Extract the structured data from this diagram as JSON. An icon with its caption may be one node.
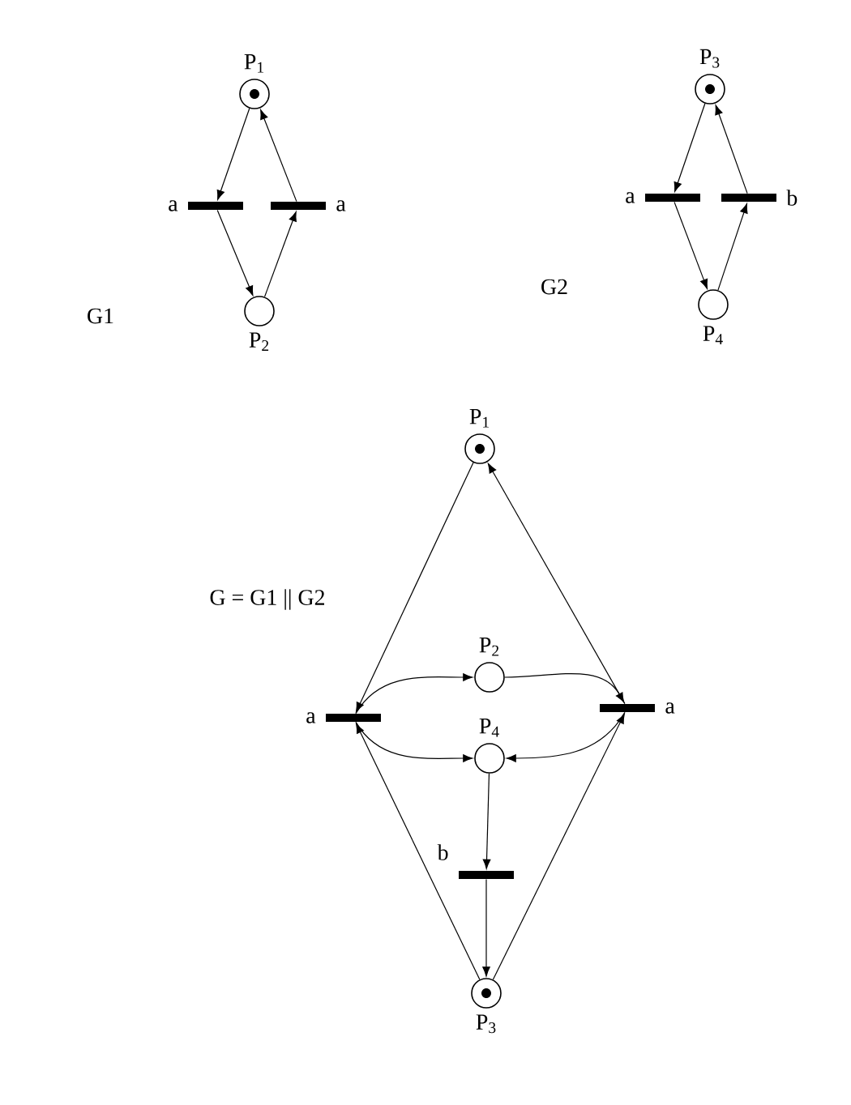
{
  "diagram": {
    "nodes": [
      {
        "text": [],
        "shape": "circle",
        "beside": [
          "P$_{1}$"
        ]
      },
      {
        "text": [],
        "shape": "bar",
        "beside": [
          "a"
        ]
      },
      {
        "text": [],
        "shape": "bar",
        "beside": [
          "a"
        ]
      },
      {
        "text": [],
        "shape": "circle",
        "beside": [
          "P$_{2}$"
        ]
      },
      {
        "text": [],
        "shape": "circle",
        "beside": [
          "P$_{3}$"
        ]
      },
      {
        "text": [],
        "shape": "bar",
        "beside": [
          "a"
        ]
      },
      {
        "text": [],
        "shape": "bar",
        "beside": [
          "b"
        ]
      },
      {
        "text": [],
        "shape": "circle",
        "beside": [
          "P$_{4}$"
        ]
      },
      {
        "text": [],
        "shape": "circle",
        "beside": [
          "P$_{1}$"
        ]
      },
      {
        "text": [],
        "shape": "bar",
        "beside": [
          "a"
        ]
      },
      {
        "text": [],
        "shape": "bar",
        "beside": [
          "a"
        ]
      },
      {
        "text": [],
        "shape": "circle",
        "beside": [
          "P$_{2}$"
        ]
      },
      {
        "text": [],
        "shape": "circle",
        "beside": [
          "P$_{4}$"
        ]
      },
      {
        "text": [],
        "shape": "bar",
        "beside": [
          "b"
        ]
      },
      {
        "text": [],
        "shape": "circle",
        "beside": [
          "P$_{3}$"
        ]
      }
    ],
    "edges": [
      {
        "from": 0,
        "to": 1,
        "arrow": "to"
      },
      {
        "from": 1,
        "to": 3,
        "arrow": "to"
      },
      {
        "from": 3,
        "to": 2,
        "arrow": "to"
      },
      {
        "from": 2,
        "to": 0,
        "arrow": "to"
      },
      {
        "from": 4,
        "to": 5,
        "arrow": "to"
      },
      {
        "from": 5,
        "to": 7,
        "arrow": "to"
      },
      {
        "from": 7,
        "to": 6,
        "arrow": "to"
      },
      {
        "from": 6,
        "to": 4,
        "arrow": "to"
      },
      {
        "from": 8,
        "to": 9,
        "arrow": "to"
      },
      {
        "from": 10,
        "to": 8,
        "arrow": "to"
      },
      {
        "from": 9,
        "to": 11,
        "arrow": "to"
      },
      {
        "from": 11,
        "to": 10,
        "arrow": "to"
      },
      {
        "from": 9,
        "to": 12,
        "arrow": "to"
      },
      {
        "from": 10,
        "to": 12,
        "arrow": "to"
      },
      {
        "from": 12,
        "to": 13,
        "arrow": "to"
      },
      {
        "from": 13,
        "to": 14,
        "arrow": "to"
      },
      {
        "from": 14,
        "to": 9,
        "arrow": "to"
      },
      {
        "from": 14,
        "to": 10,
        "arrow": "to"
      }
    ],
    "labels": [
      "G1",
      "G2",
      "G = G1 || G2"
    ]
  }
}
